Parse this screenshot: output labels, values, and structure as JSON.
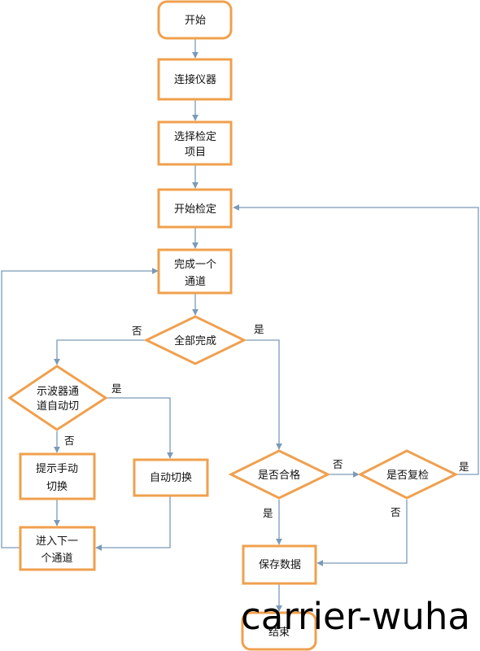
{
  "nodes": {
    "start": "开始",
    "connect": "连接仪器",
    "select_l1": "选择检定",
    "select_l2": "项目",
    "begin_check": "开始检定",
    "finish_l1": "完成一个",
    "finish_l2": "通道",
    "all_done": "全部完成",
    "auto_l1": "示波器通",
    "auto_l2": "道自动切",
    "prompt_l1": "提示手动",
    "prompt_l2": "切换",
    "auto_switch": "自动切换",
    "next_l1": "进入下一",
    "next_l2": "个通道",
    "pass": "是否合格",
    "recheck": "是否复检",
    "save": "保存数据",
    "end": "结束"
  },
  "edge_labels": {
    "all_done_no": "否",
    "all_done_yes": "是",
    "auto_yes": "是",
    "auto_no": "否",
    "pass_no": "否",
    "pass_yes": "是",
    "recheck_yes": "是",
    "recheck_no": "否"
  },
  "watermark": "carrier-wuha",
  "colors": {
    "node_border": "#f0a04e",
    "edge": "#7a9ab8"
  }
}
